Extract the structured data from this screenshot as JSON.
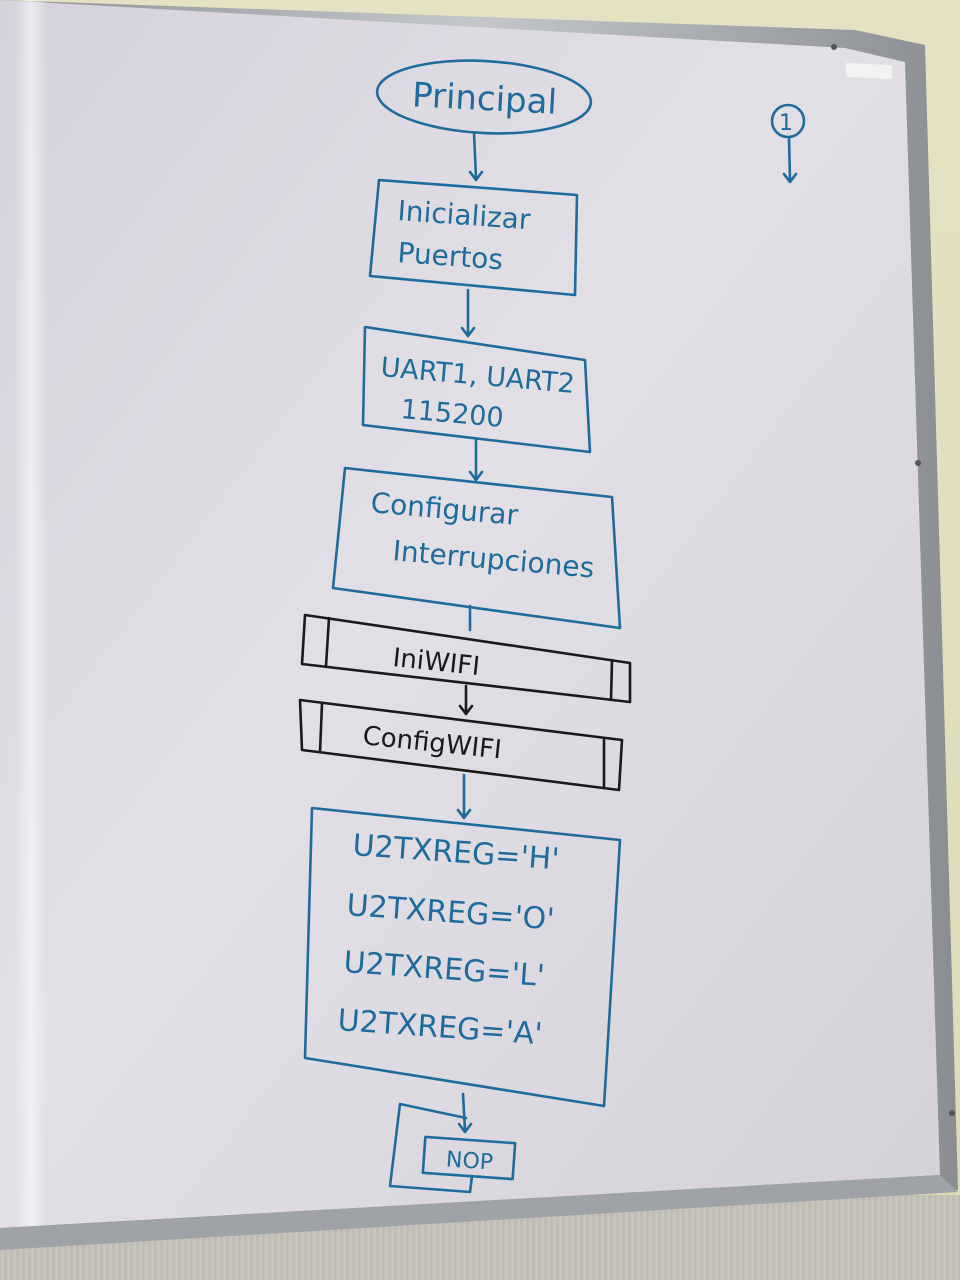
{
  "flowchart": {
    "start": "Principal",
    "steps": [
      {
        "lines": [
          "Inicializar",
          "Puertos"
        ]
      },
      {
        "lines": [
          "UART1, UART2",
          "115200"
        ]
      },
      {
        "lines": [
          "Configurar",
          "Interrupciones"
        ]
      },
      {
        "lines": [
          "IniWIFI"
        ]
      },
      {
        "lines": [
          "ConfigWIFI"
        ]
      },
      {
        "lines": [
          "U2TXREG='H'",
          "U2TXREG='O'",
          "U2TXREG='L'",
          "U2TXREG='A'"
        ]
      },
      {
        "lines": [
          "NOP"
        ]
      }
    ],
    "connector": "1"
  },
  "colors": {
    "marker_blue": "#1f6c9c",
    "marker_black": "#1a1a1a",
    "board": "#dcd9e0",
    "frame": "#a9acb0"
  }
}
